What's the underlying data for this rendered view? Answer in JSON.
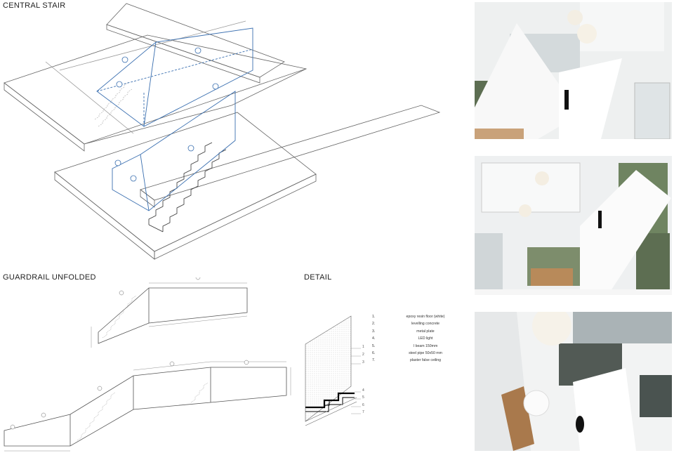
{
  "sections": {
    "central_stair": "CENTRAL STAIR",
    "guardrail_unfolded": "GUARDRAIL UNFOLDED",
    "detail": "DETAIL"
  },
  "legend": [
    {
      "num": "1.",
      "text": "epoxy resin floor (white)"
    },
    {
      "num": "2.",
      "text": "levelling concrete"
    },
    {
      "num": "3.",
      "text": "metal plate"
    },
    {
      "num": "4.",
      "text": "LED light"
    },
    {
      "num": "5.",
      "text": "I beam 150mm"
    },
    {
      "num": "6.",
      "text": "steel pipe 50x50 mm"
    },
    {
      "num": "7.",
      "text": "plaster false ceiling"
    }
  ],
  "detail_callouts": [
    "1",
    "2",
    "3",
    "4",
    "5",
    "6",
    "7"
  ],
  "colors": {
    "line": "#555555",
    "accent": "#3a6fb0",
    "paper": "#ffffff"
  }
}
